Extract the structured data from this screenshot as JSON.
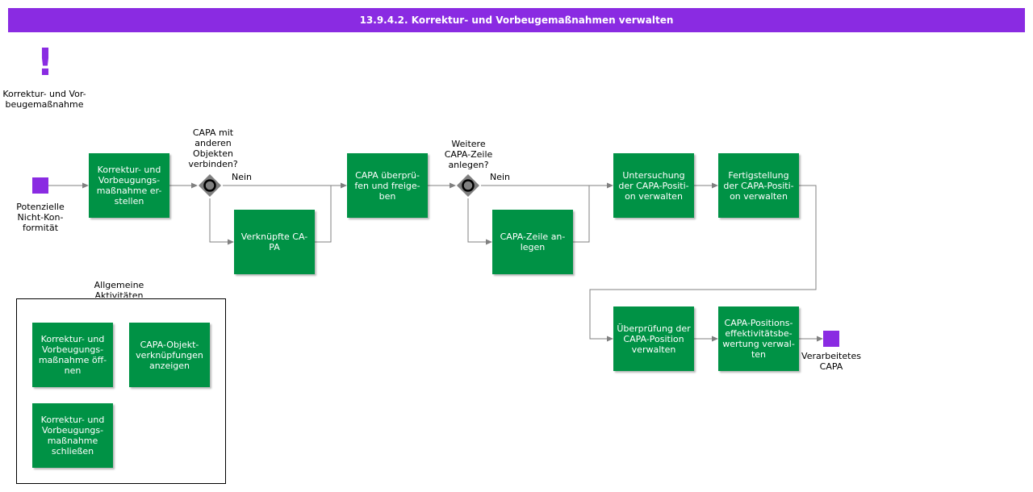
{
  "title": "13.9.4.2. Korrektur- und Vorbeugemaßnahmen verwalten",
  "colors": {
    "header": "#8a2be2",
    "activity": "#009245",
    "event": "#8a2be2",
    "connector": "#808080",
    "gateway": "#808080"
  },
  "trigger": {
    "icon": "exclamation-icon",
    "symbol": "!",
    "label": "Korrektur- und Vor-\nbeugemaßnahme"
  },
  "start_event": {
    "label": "Potenzielle\nNicht-Kon-\nformität"
  },
  "end_event": {
    "label": "Verarbeitetes\nCAPA"
  },
  "activities": {
    "erstellen": "Korrektur- und Vorbeugungs-maßnahme er-stellen",
    "verknuepfte": "Verknüpfte CA-PA",
    "ueberpruefen": "CAPA überprü-fen und freige-ben",
    "zeile_anlegen": "CAPA-Zeile an-legen",
    "untersuchung": "Untersuchung der CAPA-Positi-on verwalten",
    "fertigstellung": "Fertigstellung der CAPA-Positi-on verwalten",
    "ueberpruefung_position": "Überprüfung der CAPA-Position verwalten",
    "effektivitaet": "CAPA-Positions-effektivitätsbe-wertung verwal-ten"
  },
  "gateways": {
    "objekte": {
      "question": "CAPA mit\nanderen\nObjekten\nverbinden?",
      "no_label": "Nein"
    },
    "zeile": {
      "question": "Weitere\nCAPA-Zeile\nanlegen?",
      "no_label": "Nein"
    }
  },
  "general": {
    "title": "Allgemeine\nAktivitäten",
    "items": {
      "oeffnen": "Korrektur- und Vorbeugungs-maßnahme öff-nen",
      "anzeigen": "CAPA-Objekt-verknüpfungen anzeigen",
      "schliessen": "Korrektur- und Vorbeugungs-maßnahme schließen"
    }
  }
}
